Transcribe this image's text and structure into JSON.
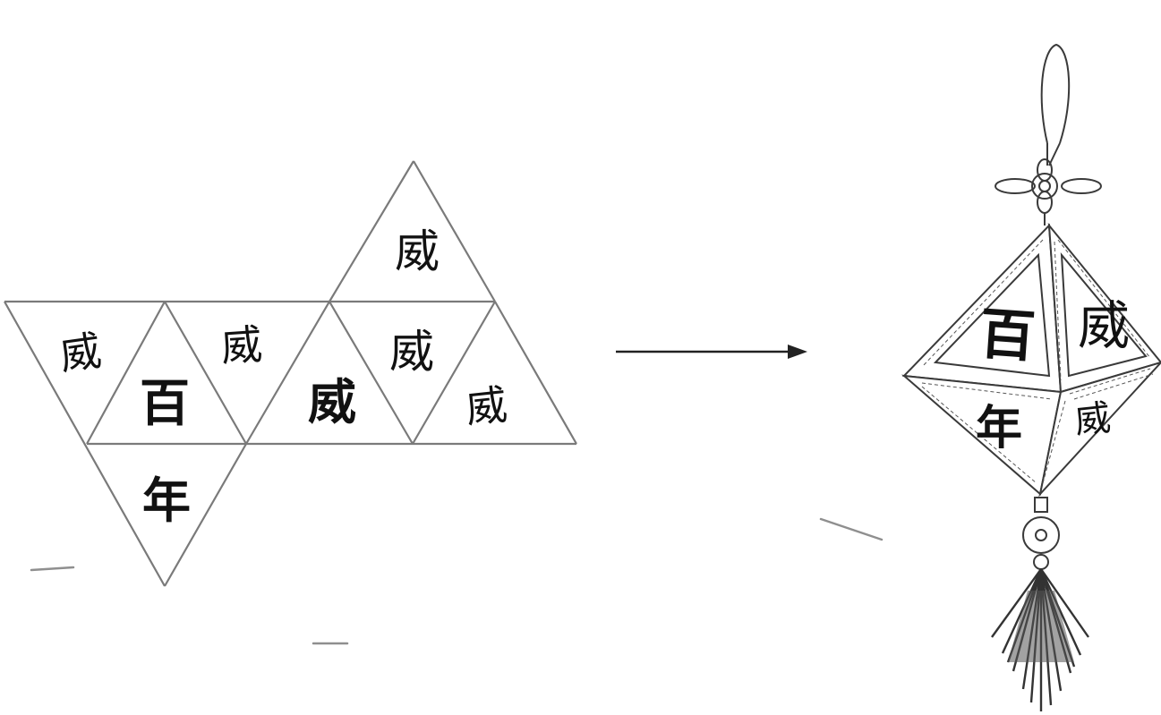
{
  "net": {
    "faces": [
      {
        "id": "top-triangle",
        "char": "威"
      },
      {
        "id": "row-1",
        "char": "威"
      },
      {
        "id": "row-2",
        "char": "百"
      },
      {
        "id": "row-3",
        "char": "威"
      },
      {
        "id": "row-4",
        "char": "威"
      },
      {
        "id": "row-5",
        "char": "威"
      },
      {
        "id": "row-6",
        "char": "威"
      },
      {
        "id": "bottom-triangle",
        "char": "年"
      }
    ]
  },
  "lantern": {
    "faces": [
      {
        "id": "upper-left",
        "char": "百"
      },
      {
        "id": "upper-right",
        "char": "威"
      },
      {
        "id": "lower-left",
        "char": "年"
      },
      {
        "id": "lower-right",
        "char": "威"
      }
    ]
  },
  "colors": {
    "line": "#7a7a7a",
    "ink": "#111111",
    "lantern_ink": "#3a3a3a",
    "tassel": "#333333"
  }
}
